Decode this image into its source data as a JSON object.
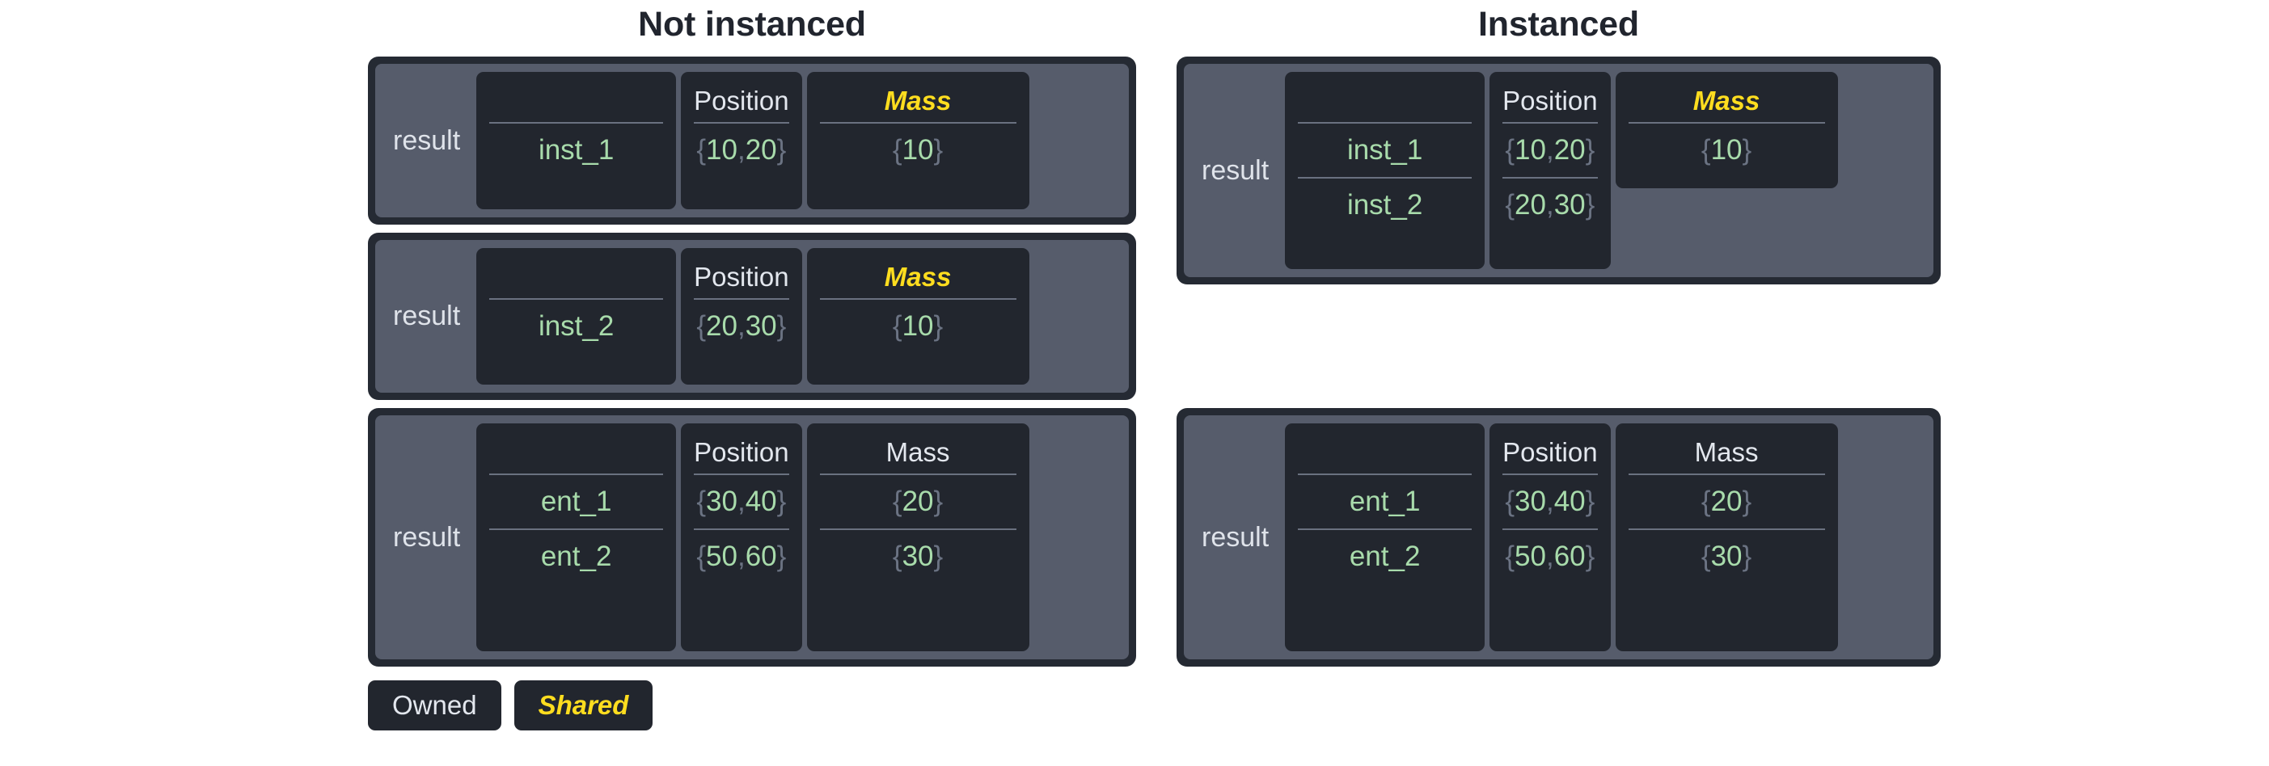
{
  "headings": {
    "left": "Not instanced",
    "right": "Instanced"
  },
  "labels": {
    "result": "result",
    "position": "Position",
    "mass": "Mass",
    "empty": ""
  },
  "legend": {
    "owned": "Owned",
    "shared": "Shared"
  },
  "colors": {
    "page_background": "#ffffff",
    "table_border": "#252a33",
    "panel": "#565c6b",
    "column_card": "#22262e",
    "header_text": "#e3e7ee",
    "shared_accent": "#ffdd1f",
    "value_text": "#a8dbab",
    "brace_text": "#6b7383",
    "separator": "#6a7180",
    "title_text": "#21252e"
  },
  "tables": {
    "left": [
      {
        "id": "not-instanced-inst-1",
        "label": "result",
        "columns": [
          {
            "key": "name",
            "header": "",
            "shared": false,
            "cells": [
              "inst_1"
            ]
          },
          {
            "key": "position",
            "header": "Position",
            "shared": false,
            "cells": [
              "{10, 20}"
            ]
          },
          {
            "key": "mass",
            "header": "Mass",
            "shared": true,
            "cells": [
              "{10}"
            ]
          }
        ]
      },
      {
        "id": "not-instanced-inst-2",
        "label": "result",
        "columns": [
          {
            "key": "name",
            "header": "",
            "shared": false,
            "cells": [
              "inst_2"
            ]
          },
          {
            "key": "position",
            "header": "Position",
            "shared": false,
            "cells": [
              "{20, 30}"
            ]
          },
          {
            "key": "mass",
            "header": "Mass",
            "shared": true,
            "cells": [
              "{10}"
            ]
          }
        ]
      },
      {
        "id": "not-instanced-ent",
        "label": "result",
        "columns": [
          {
            "key": "name",
            "header": "",
            "shared": false,
            "cells": [
              "ent_1",
              "ent_2"
            ]
          },
          {
            "key": "position",
            "header": "Position",
            "shared": false,
            "cells": [
              "{30, 40}",
              "{50, 60}"
            ]
          },
          {
            "key": "mass",
            "header": "Mass",
            "shared": false,
            "cells": [
              "{20}",
              "{30}"
            ]
          }
        ]
      }
    ],
    "right": [
      {
        "id": "instanced-inst",
        "label": "result",
        "columns": [
          {
            "key": "name",
            "header": "",
            "shared": false,
            "cells": [
              "inst_1",
              "inst_2"
            ]
          },
          {
            "key": "position",
            "header": "Position",
            "shared": false,
            "cells": [
              "{10, 20}",
              "{20, 30}"
            ]
          },
          {
            "key": "mass",
            "header": "Mass",
            "shared": true,
            "cells": [
              "{10}"
            ]
          }
        ]
      },
      {
        "id": "instanced-ent",
        "label": "result",
        "columns": [
          {
            "key": "name",
            "header": "",
            "shared": false,
            "cells": [
              "ent_1",
              "ent_2"
            ]
          },
          {
            "key": "position",
            "header": "Position",
            "shared": false,
            "cells": [
              "{30, 40}",
              "{50, 60}"
            ]
          },
          {
            "key": "mass",
            "header": "Mass",
            "shared": false,
            "cells": [
              "{20}",
              "{30}"
            ]
          }
        ]
      }
    ]
  }
}
